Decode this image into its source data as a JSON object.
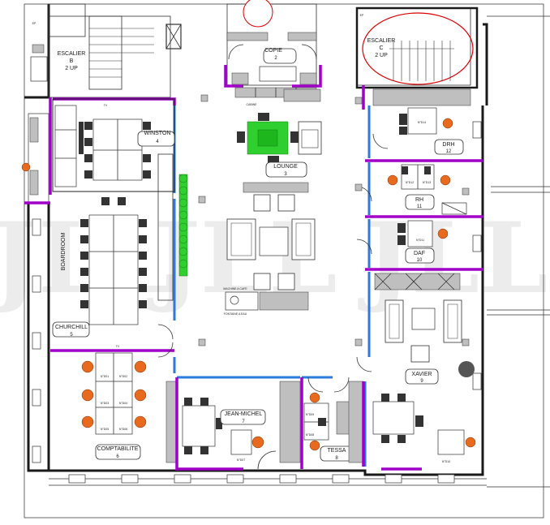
{
  "watermark": "JLL",
  "rooms": {
    "escalier_b": {
      "name": "ESCALIER",
      "letter": "B",
      "sub": "2 UP"
    },
    "escalier_c": {
      "name": "ESCALIER",
      "letter": "C",
      "sub": "2 UP"
    },
    "copie": {
      "name": "COPIE",
      "num": "2"
    },
    "winston": {
      "name": "WINSTON",
      "num": "4"
    },
    "lounge": {
      "name": "LOUNGE",
      "num": "3"
    },
    "drh": {
      "name": "DRH",
      "num": "12"
    },
    "rh": {
      "name": "RH",
      "num": "11"
    },
    "daf": {
      "name": "DAF",
      "num": "10"
    },
    "boardroom": {
      "name": "BOARDROOM"
    },
    "churchill": {
      "name": "CHURCHILL",
      "num": "5"
    },
    "xavier": {
      "name": "XAVIER",
      "num": "9"
    },
    "jean_michel": {
      "name": "JEAN-MICHEL",
      "num": "7"
    },
    "tessa": {
      "name": "TESSA",
      "num": "8"
    },
    "comptabilite": {
      "name": "COMPTABILITE",
      "num": "6"
    }
  },
  "fixtures": {
    "cabine": "CABINE",
    "machine_cafe": "MACHINE A CAFE",
    "fontaine": "FONTAINE A EAU",
    "tv": "TV",
    "ep": "EP"
  },
  "desk_numbers": {
    "comptabilite": [
      "N°D01",
      "N°D02",
      "N°D03",
      "N°D04",
      "N°D05",
      "N°D06"
    ],
    "drh": "N°D14",
    "rh": [
      "N°D12",
      "N°D13"
    ],
    "daf": "N°D11",
    "jean_michel": "N°D07",
    "tessa": [
      "N°D09",
      "N°D08"
    ],
    "xavier": "N°D10"
  },
  "colors": {
    "glass": "#2a7bdc",
    "accent": "#a000c8",
    "chair": "#e86a1e",
    "plant": "#2fcf2f",
    "wall": "#1a1a1a"
  }
}
